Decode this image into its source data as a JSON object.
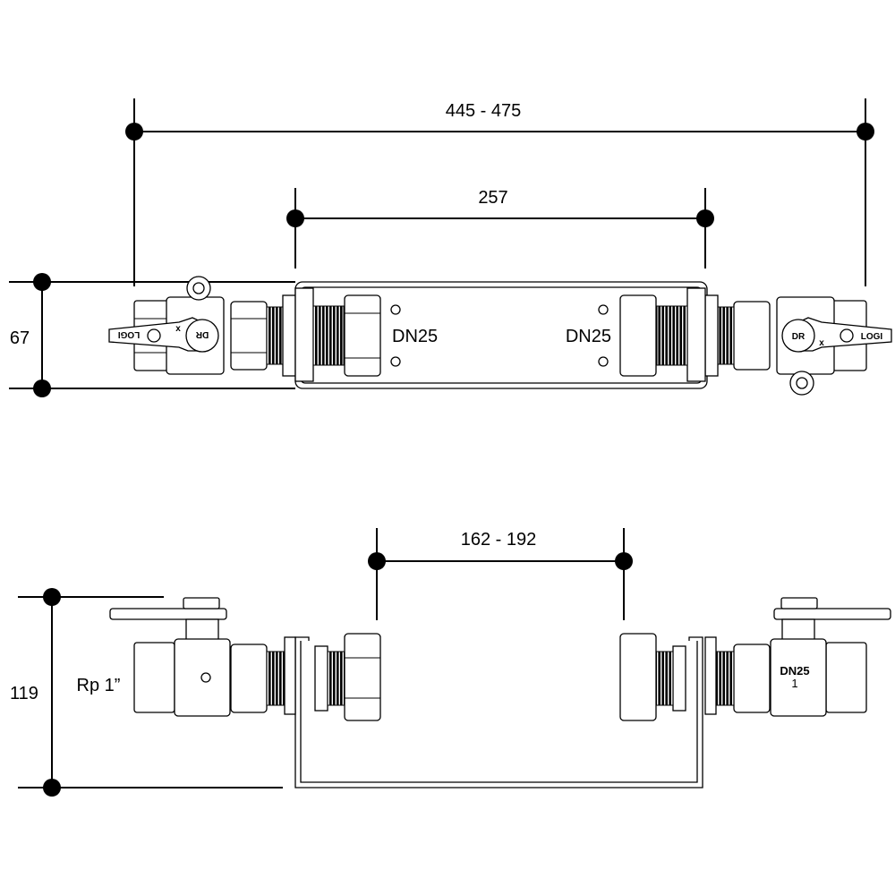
{
  "top_view": {
    "dim_overall": "445 - 475",
    "dim_bracket": "257",
    "dim_height": "67",
    "left_port_label": "DN25",
    "right_port_label": "DN25",
    "valve_cap_label": "DR",
    "valve_handle_label": "LOGI",
    "valve_mark": "x"
  },
  "side_view": {
    "dim_gap": "162 - 192",
    "dim_height": "119",
    "thread_label": "Rp 1”",
    "valve_size_label": "DN25",
    "valve_size_number": "1"
  }
}
